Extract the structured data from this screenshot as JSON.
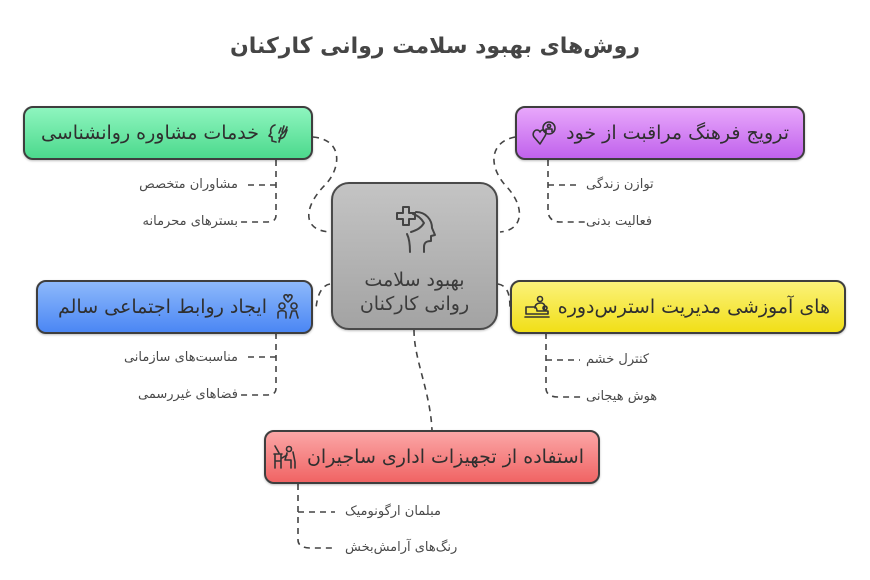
{
  "title": "روش‌های بهبود سلامت روانی کارکنان",
  "center": {
    "line1": "بهبود سلامت",
    "line2": "روانی کارکنان",
    "icon": "head-medical-cross-icon",
    "color": "#b3b3b3"
  },
  "branches": [
    {
      "id": "counseling",
      "label": "خدمات مشاوره روانشناسی",
      "icon": "hand-head-icon",
      "color": "#5fe39e",
      "children": [
        "مشاوران متخصص",
        "بسترهای محرمانه"
      ]
    },
    {
      "id": "self-care",
      "label": "ترویج فرهنگ مراقبت از خود",
      "icon": "heart-person-icon",
      "color": "#d27ef4",
      "children": [
        "توازن زندگی",
        "فعالیت بدنی"
      ]
    },
    {
      "id": "social",
      "label": "ایجاد روابط اجتماعی سالم",
      "icon": "people-heart-icon",
      "color": "#669cf7",
      "children": [
        "مناسبت‌های سازمانی",
        "فضاهای غیررسمی"
      ]
    },
    {
      "id": "stress",
      "label": "های آموزشی مدیریت استرس‌دوره",
      "icon": "massage-relax-icon",
      "color": "#f6e845",
      "children": [
        "کنترل خشم",
        "هوش هیجانی"
      ]
    },
    {
      "id": "ergonomic",
      "label": "استفاده از تجهیزات اداری ساجیران",
      "icon": "desk-worker-icon",
      "color": "#f48282",
      "children": [
        "مبلمان ارگونومیک",
        "رنگ‌های آرامش‌بخش"
      ]
    }
  ]
}
